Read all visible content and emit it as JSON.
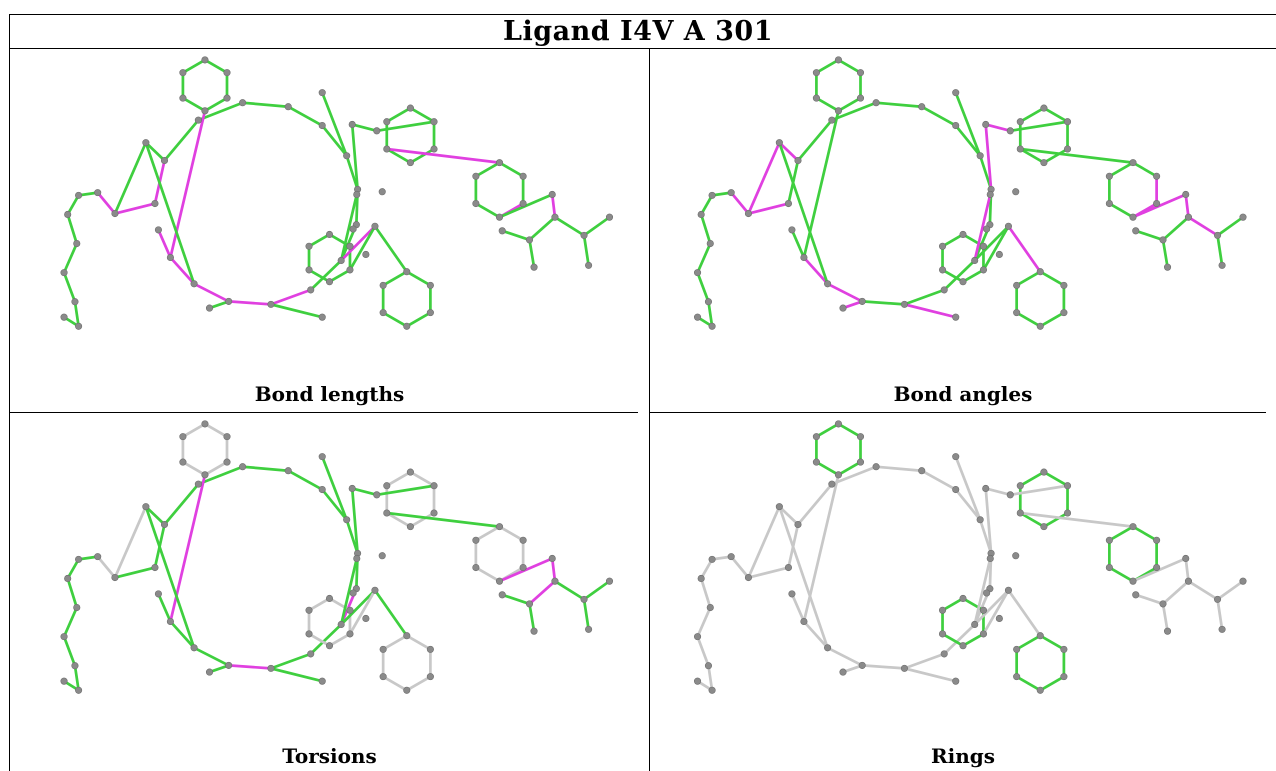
{
  "title": "Ligand I4V A 301",
  "panels": [
    {
      "caption": "Bond lengths",
      "scheme": "lengths"
    },
    {
      "caption": "Bond angles",
      "scheme": "angles"
    },
    {
      "caption": "Torsions",
      "scheme": "torsions"
    },
    {
      "caption": "Rings",
      "scheme": "rings"
    }
  ],
  "colors": {
    "ok": "#3fcf3f",
    "outlier": "#e040e0",
    "neutral": "#c8c8c8",
    "atom": "#8a8a8a"
  }
}
